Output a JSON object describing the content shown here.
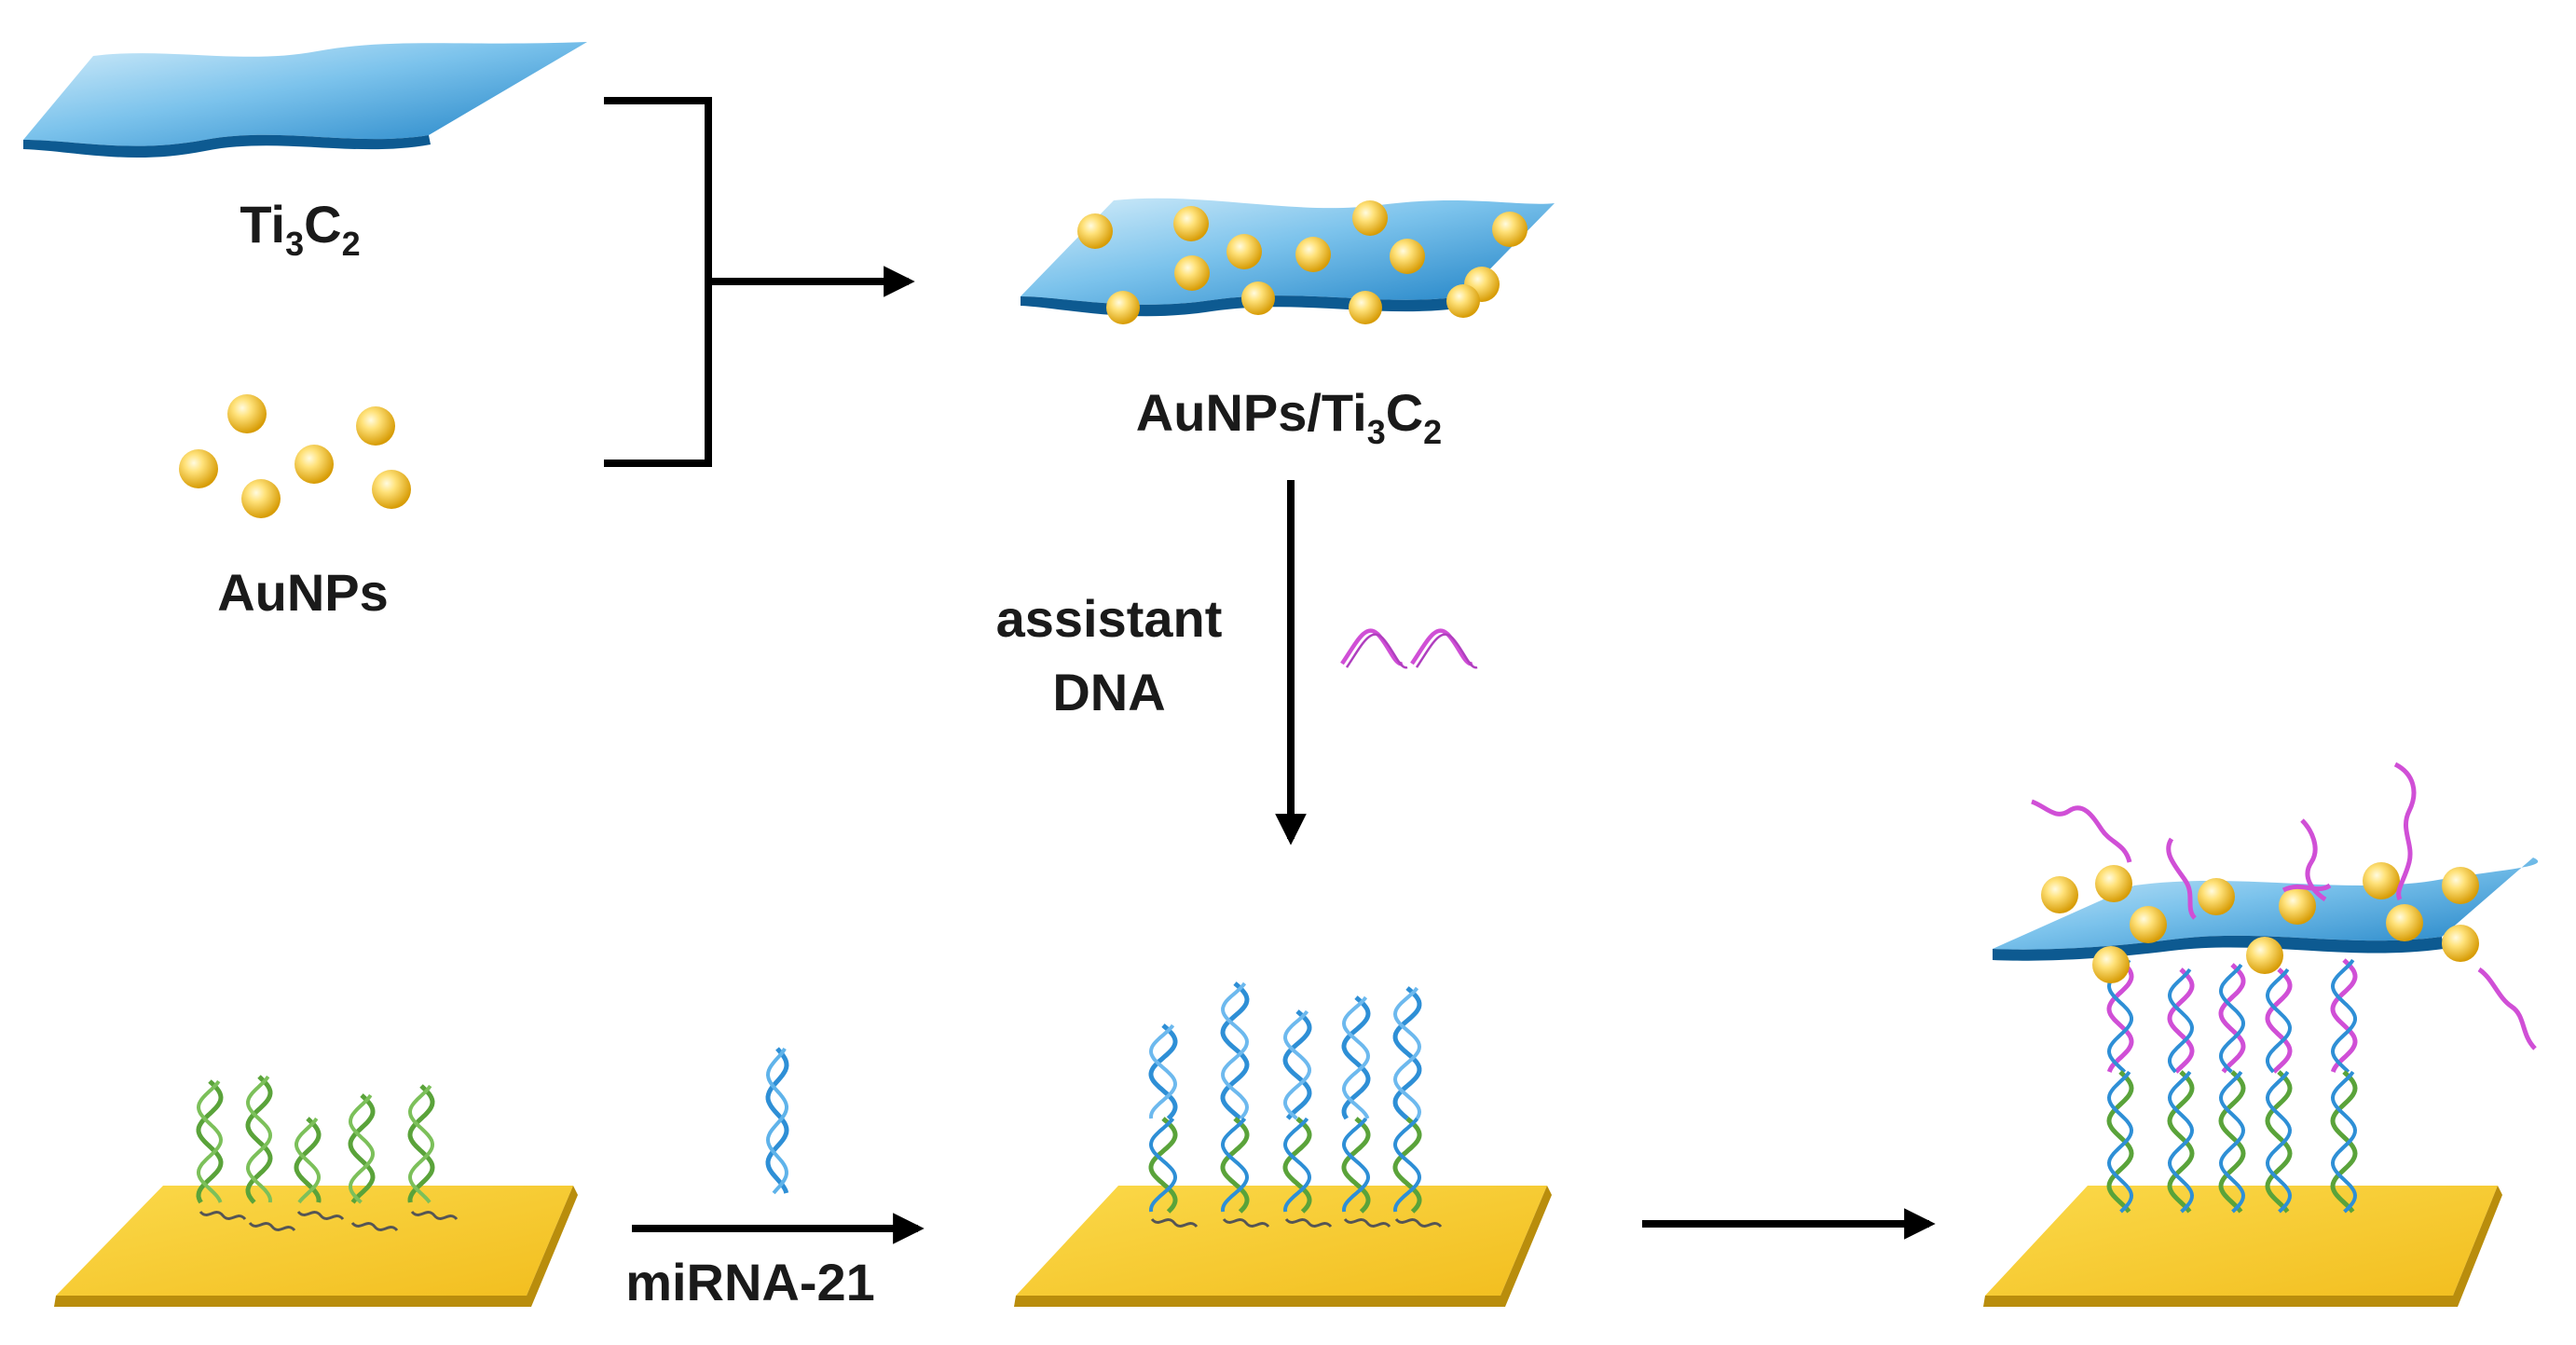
{
  "labels": {
    "ti3c2": {
      "main": "Ti",
      "sub1": "3",
      "mid": "C",
      "sub2": "2"
    },
    "aunps": "AuNPs",
    "composite": {
      "prefix": "AuNPs/Ti",
      "sub1": "3",
      "mid": "C",
      "sub2": "2"
    },
    "assistant_line1": "assistant",
    "assistant_line2": "DNA",
    "mirna": "miRNA-21"
  },
  "colors": {
    "sheet_light": "#cfeaf8",
    "sheet_dark": "#1f86c9",
    "gold_light": "#fff3b0",
    "gold_dark": "#d9a20a",
    "substrate": "#f4c92e",
    "substrate_edge": "#b98d0c",
    "capture_dna": "#5aa33a",
    "target_mirna": "#2e8fd6",
    "assistant_dna": "#d04fd6",
    "arrow": "#000000"
  },
  "icons": {
    "nanosheet": "blue-wavy-sheet-icon",
    "nanoparticle": "gold-sphere-icon",
    "electrode": "gold-electrode-icon",
    "helix": "dna-helix-icon"
  }
}
